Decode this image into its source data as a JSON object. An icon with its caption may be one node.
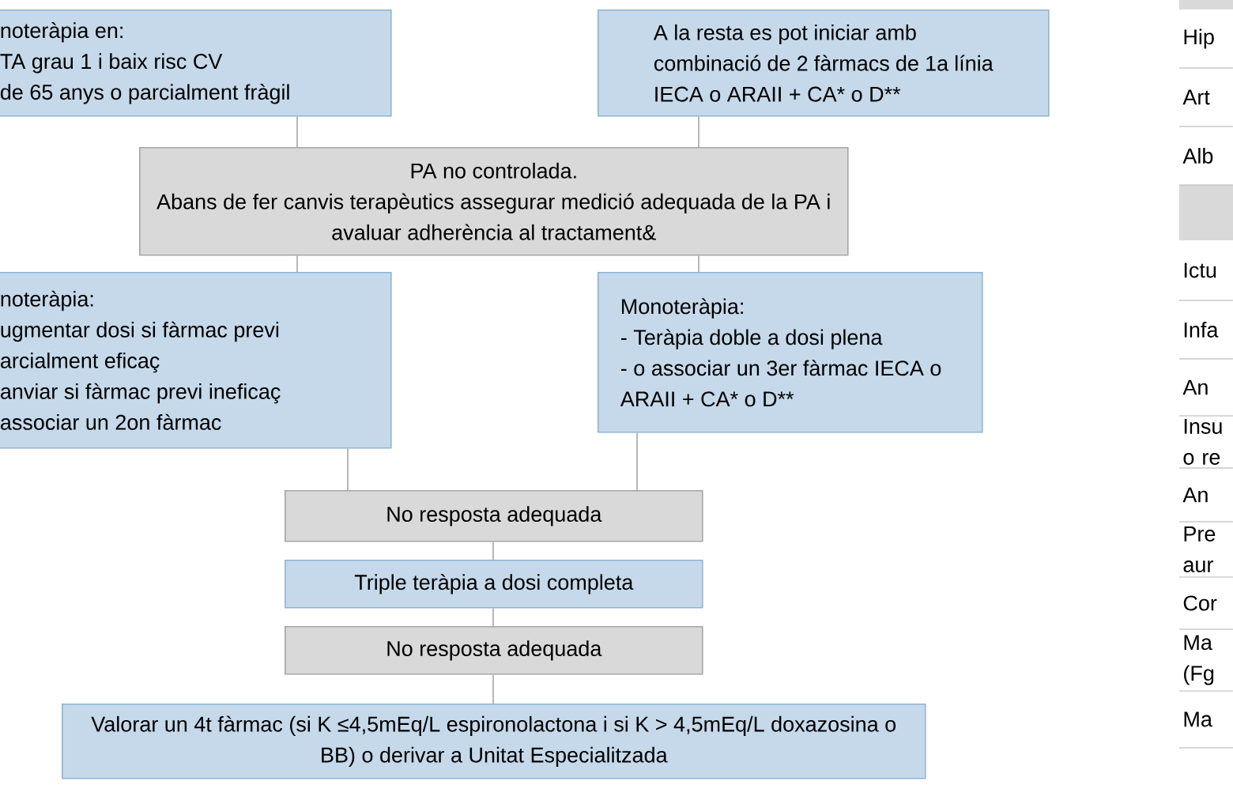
{
  "diagram": {
    "nodes": [
      {
        "text": [
          "noteràpia en:",
          "TA grau 1 i baix risc CV",
          "de 65 anys o parcialment fràgil"
        ]
      },
      {
        "text": [
          "A la resta es pot iniciar amb combinació de 2 fàrmacs de 1a línia IECA o ARAII + CA* o D**"
        ]
      },
      {
        "text": [
          "PA no controlada.",
          "Abans de fer canvis terapèutics assegurar medició adequada de la PA i avaluar adherència al tractament&"
        ]
      },
      {
        "text": [
          "noteràpia:",
          "ugmentar dosi si fàrmac previ arcialment eficaç",
          "anviar si fàrmac previ ineficaç",
          "associar un 2on fàrmac"
        ]
      },
      {
        "text": [
          "Monoteràpia:",
          "- Teràpia doble a dosi plena",
          "- o associar un 3er fàrmac IECA o ARAII + CA* o D**"
        ]
      },
      {
        "text": [
          "No resposta adequada"
        ]
      },
      {
        "text": [
          "Triple teràpia a dosi completa"
        ]
      },
      {
        "text": [
          "No resposta adequada"
        ]
      },
      {
        "text": [
          "Valorar un 4t fàrmac (si K ≤4,5mEq/L espironolactona i si K > 4,5mEq/L doxazosina o BB) o derivar a Unitat Especialitzada"
        ]
      }
    ],
    "edges": [
      {
        "from": 0,
        "to": 2,
        "arrow": "none"
      },
      {
        "from": 1,
        "to": 2,
        "arrow": "none"
      },
      {
        "from": 2,
        "to": 3,
        "arrow": "none"
      },
      {
        "from": 2,
        "to": 4,
        "arrow": "none"
      },
      {
        "from": 3,
        "to": 5,
        "arrow": "none"
      },
      {
        "from": 4,
        "to": 5,
        "arrow": "none"
      },
      {
        "from": 5,
        "to": 6,
        "arrow": "none"
      },
      {
        "from": 6,
        "to": 7,
        "arrow": "none"
      },
      {
        "from": 7,
        "to": 8,
        "arrow": "none"
      }
    ],
    "labels": [
      "Hip",
      "Art",
      "Alb",
      "Ictu",
      "Infa",
      "An",
      "Insu o re",
      "An",
      "Pre aur",
      "Cor",
      "Ma (Fg",
      "Ma"
    ]
  }
}
